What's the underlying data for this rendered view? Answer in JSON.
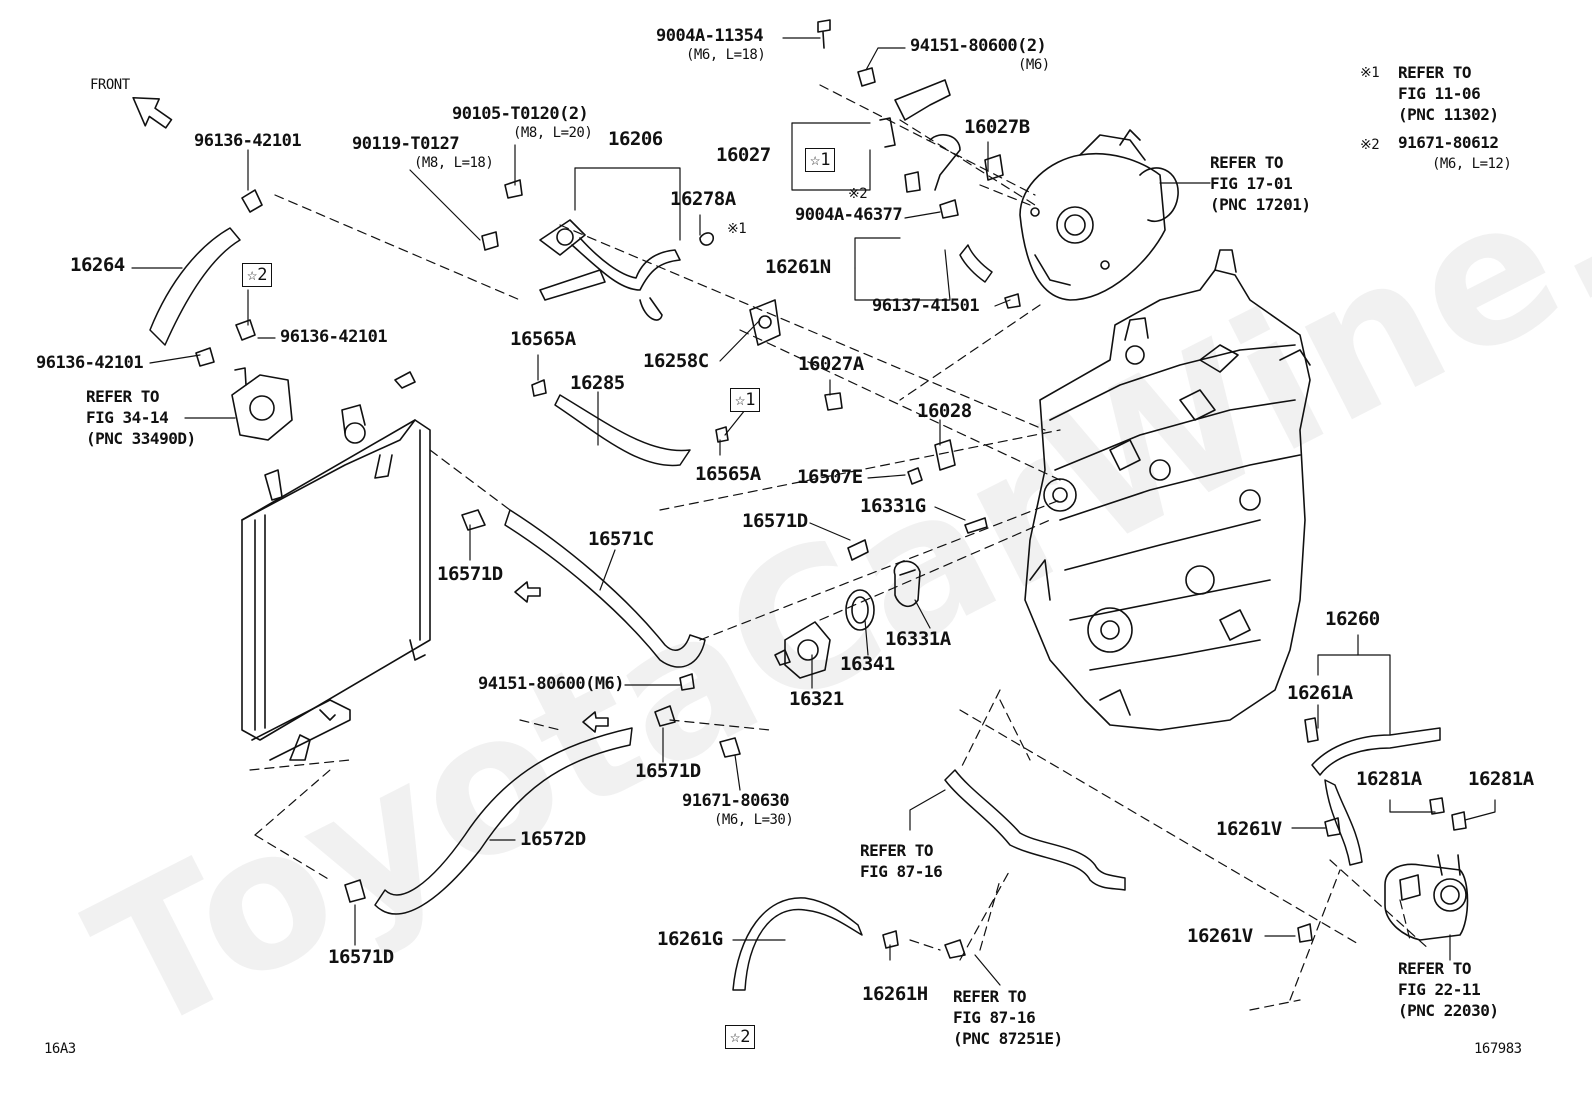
{
  "watermark": "ToyotaCarWine.ru",
  "front_label": "FRONT",
  "corner_left": "16A3",
  "corner_right": "167983",
  "notes": {
    "n1_mark": "※1",
    "n1_text": "REFER TO\nFIG 11-06\n(PNC 11302)",
    "n2_mark": "※2",
    "n2_text": "91671-80612",
    "n2_spec": "(M6, L=12)"
  },
  "boxes": {
    "star1_a": "☆1",
    "star1_b": "☆1",
    "star2_a": "☆2",
    "star2_b": "☆2"
  },
  "parts": {
    "p9004A_11354": "9004A-11354",
    "p9004A_11354_spec": "(M6, L=18)",
    "p94151_80600_2": "94151-80600(2)",
    "p94151_80600_2_spec": "(M6)",
    "p90105_T0120": "90105-T0120(2)",
    "p90105_T0120_spec": "(M8, L=20)",
    "p90119_T0127": "90119-T0127",
    "p90119_T0127_spec": "(M8, L=18)",
    "p96136_top": "96136-42101",
    "p96136_right": "96136-42101",
    "p96136_left": "96136-42101",
    "p16206": "16206",
    "p16278A": "16278A",
    "p16278A_mark": "※1",
    "p16027": "16027",
    "p16027B": "16027B",
    "p9004A_46377_mark": "※2",
    "p9004A_46377": "9004A-46377",
    "p16261N": "16261N",
    "p96137_41501": "96137-41501",
    "p16264": "16264",
    "p16565A_top": "16565A",
    "p16285": "16285",
    "p16258C": "16258C",
    "p16565A_bot": "16565A",
    "p16027A": "16027A",
    "p16028": "16028",
    "p16507E": "16507E",
    "p16331G": "16331G",
    "p16571D_a": "16571D",
    "p16571C": "16571C",
    "p16571D_b": "16571D",
    "p16341": "16341",
    "p16331A": "16331A",
    "p16321": "16321",
    "p94151_80600_m6": "94151-80600(M6)",
    "p16571D_c": "16571D",
    "p91671_80630": "91671-80630",
    "p91671_80630_spec": "(M6, L=30)",
    "p16572D": "16572D",
    "p16571D_d": "16571D",
    "p16261G": "16261G",
    "p16261H": "16261H",
    "p16260": "16260",
    "p16261A": "16261A",
    "p16281A_l": "16281A",
    "p16281A_r": "16281A",
    "p16261V_a": "16261V",
    "p16261V_b": "16261V"
  },
  "refs": {
    "r_fig17": "REFER TO\nFIG 17-01\n(PNC 17201)",
    "r_fig34": "REFER TO\nFIG 34-14\n(PNC 33490D)",
    "r_fig87a": "REFER TO\nFIG 87-16",
    "r_fig87b": "REFER TO\nFIG 87-16\n(PNC 87251E)",
    "r_fig22": "REFER TO\nFIG 22-11\n(PNC 22030)"
  }
}
